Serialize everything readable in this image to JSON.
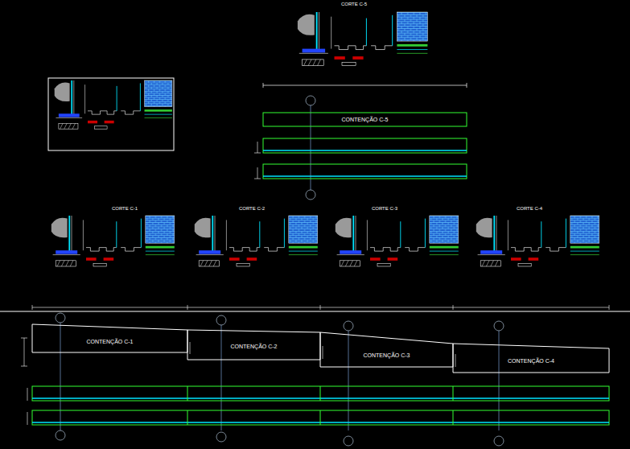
{
  "diagram": {
    "nodes": [
      {
        "text": [
          "CONTENÇÃO C-5"
        ]
      },
      {
        "text": [
          "CONTENÇÃO C-1"
        ]
      },
      {
        "text": [
          "CONTENÇÃO C-2"
        ]
      },
      {
        "text": [
          "CONTENÇÃO C-3"
        ]
      },
      {
        "text": [
          "CONTENÇÃO C-4"
        ]
      }
    ],
    "labels": [
      "CORTE C-5",
      "CORTE C-1",
      "CORTE C-2",
      "CORTE C-3",
      "CORTE C-4"
    ]
  }
}
